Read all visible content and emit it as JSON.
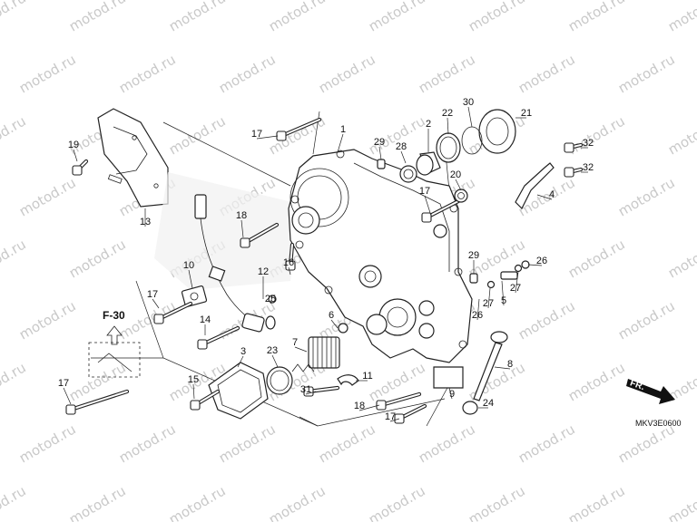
{
  "watermark": "motod.ru",
  "diagram_code": "MKV3E0600",
  "fr_label": "FR.",
  "ref_label": "F-30",
  "callouts": [
    {
      "id": "c1",
      "text": "1"
    },
    {
      "id": "c2",
      "text": "2"
    },
    {
      "id": "c3",
      "text": "3"
    },
    {
      "id": "c4",
      "text": "4"
    },
    {
      "id": "c5",
      "text": "5"
    },
    {
      "id": "c6",
      "text": "6"
    },
    {
      "id": "c7",
      "text": "7"
    },
    {
      "id": "c8",
      "text": "8"
    },
    {
      "id": "c9",
      "text": "9"
    },
    {
      "id": "c10",
      "text": "10"
    },
    {
      "id": "c11",
      "text": "11"
    },
    {
      "id": "c12",
      "text": "12"
    },
    {
      "id": "c13",
      "text": "13"
    },
    {
      "id": "c14",
      "text": "14"
    },
    {
      "id": "c15",
      "text": "15"
    },
    {
      "id": "c16",
      "text": "16"
    },
    {
      "id": "c17a",
      "text": "17"
    },
    {
      "id": "c17b",
      "text": "17"
    },
    {
      "id": "c17c",
      "text": "17"
    },
    {
      "id": "c17d",
      "text": "17"
    },
    {
      "id": "c17e",
      "text": "17"
    },
    {
      "id": "c18a",
      "text": "18"
    },
    {
      "id": "c18b",
      "text": "18"
    },
    {
      "id": "c19",
      "text": "19"
    },
    {
      "id": "c20",
      "text": "20"
    },
    {
      "id": "c21",
      "text": "21"
    },
    {
      "id": "c22",
      "text": "22"
    },
    {
      "id": "c23",
      "text": "23"
    },
    {
      "id": "c24",
      "text": "24"
    },
    {
      "id": "c25",
      "text": "25"
    },
    {
      "id": "c26a",
      "text": "26"
    },
    {
      "id": "c26b",
      "text": "26"
    },
    {
      "id": "c27a",
      "text": "27"
    },
    {
      "id": "c27b",
      "text": "27"
    },
    {
      "id": "c28",
      "text": "28"
    },
    {
      "id": "c29a",
      "text": "29"
    },
    {
      "id": "c29b",
      "text": "29"
    },
    {
      "id": "c30",
      "text": "30"
    },
    {
      "id": "c31",
      "text": "31"
    },
    {
      "id": "c32a",
      "text": "32"
    },
    {
      "id": "c32b",
      "text": "32"
    }
  ]
}
